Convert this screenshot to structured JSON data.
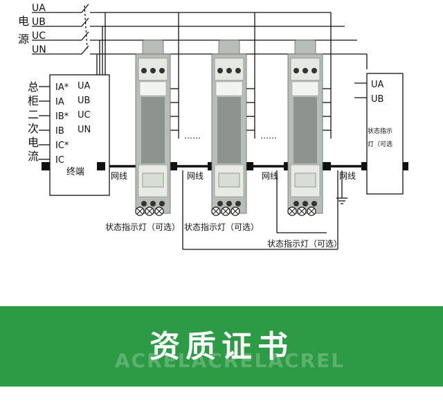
{
  "diagram": {
    "bus_labels": [
      "UA",
      "UB",
      "UC",
      "UN"
    ],
    "source_label": [
      "电",
      "源"
    ],
    "panel_label": [
      "总",
      "柜",
      "二",
      "次",
      "电",
      "流"
    ],
    "terminal_inputs": [
      "IA*",
      "IA",
      "IB*",
      "IB",
      "IC*",
      "IC"
    ],
    "terminal_outputs": [
      "UA",
      "UB",
      "UC",
      "UN"
    ],
    "terminal_name": "终端",
    "net_label": "网线",
    "ellipsis": "……",
    "indicator_label": "状态指示灯（可选）",
    "right_box": {
      "inputs": [
        "UA",
        "UB"
      ],
      "note_1": "状态指示",
      "note_2": "灯（可选"
    },
    "colors": {
      "line": "#111111",
      "device_body": "#b9bdb9",
      "device_dark": "#8e938f",
      "screen": "#d8ddd6",
      "accent": "#2d9b45"
    }
  },
  "banner": {
    "title": "资质证书",
    "watermark": "ACRELACRELACREL"
  }
}
